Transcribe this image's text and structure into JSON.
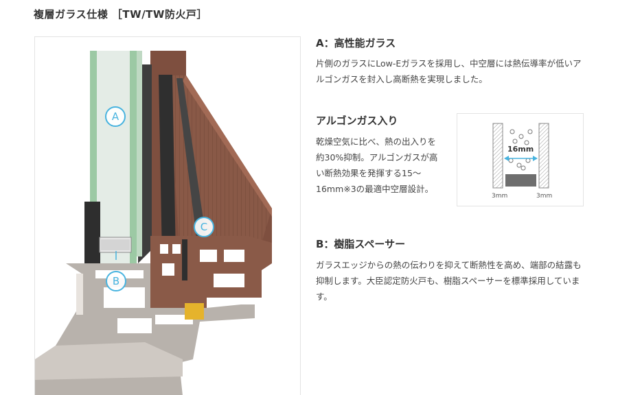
{
  "page": {
    "title": "複層ガラス仕様 ［TW/TW防火戸］"
  },
  "figure": {
    "callouts": {
      "a": "A",
      "b": "B",
      "c": "C"
    },
    "colors": {
      "glass": "#9cc9a4",
      "wood": "#8a5a48",
      "frame_dark": "#3d3d3d",
      "aluminum": "#b8b2ac",
      "callout": "#47b3df"
    }
  },
  "section_a": {
    "heading": "A：高性能ガラス",
    "body": "片側のガラスにLow-Eガラスを採用し、中空層には熱伝導率が低いアルゴンガスを封入し高断熱を実現しました。"
  },
  "section_argon": {
    "heading": "アルゴンガス入り",
    "body": "乾燥空気に比べ、熱の出入りを約30%抑制。アルゴンガスが高い断熱効果を発揮する15～16mm※3の最適中空層設計。",
    "diagram": {
      "gap_label": "16mm",
      "left_pane": "3mm",
      "right_pane": "3mm"
    }
  },
  "section_b": {
    "heading": "B：樹脂スペーサー",
    "body": "ガラスエッジからの熱の伝わりを抑えて断熱性を高め、端部の結露も抑制します。大臣認定防火戸も、樹脂スペーサーを標準採用しています。"
  }
}
